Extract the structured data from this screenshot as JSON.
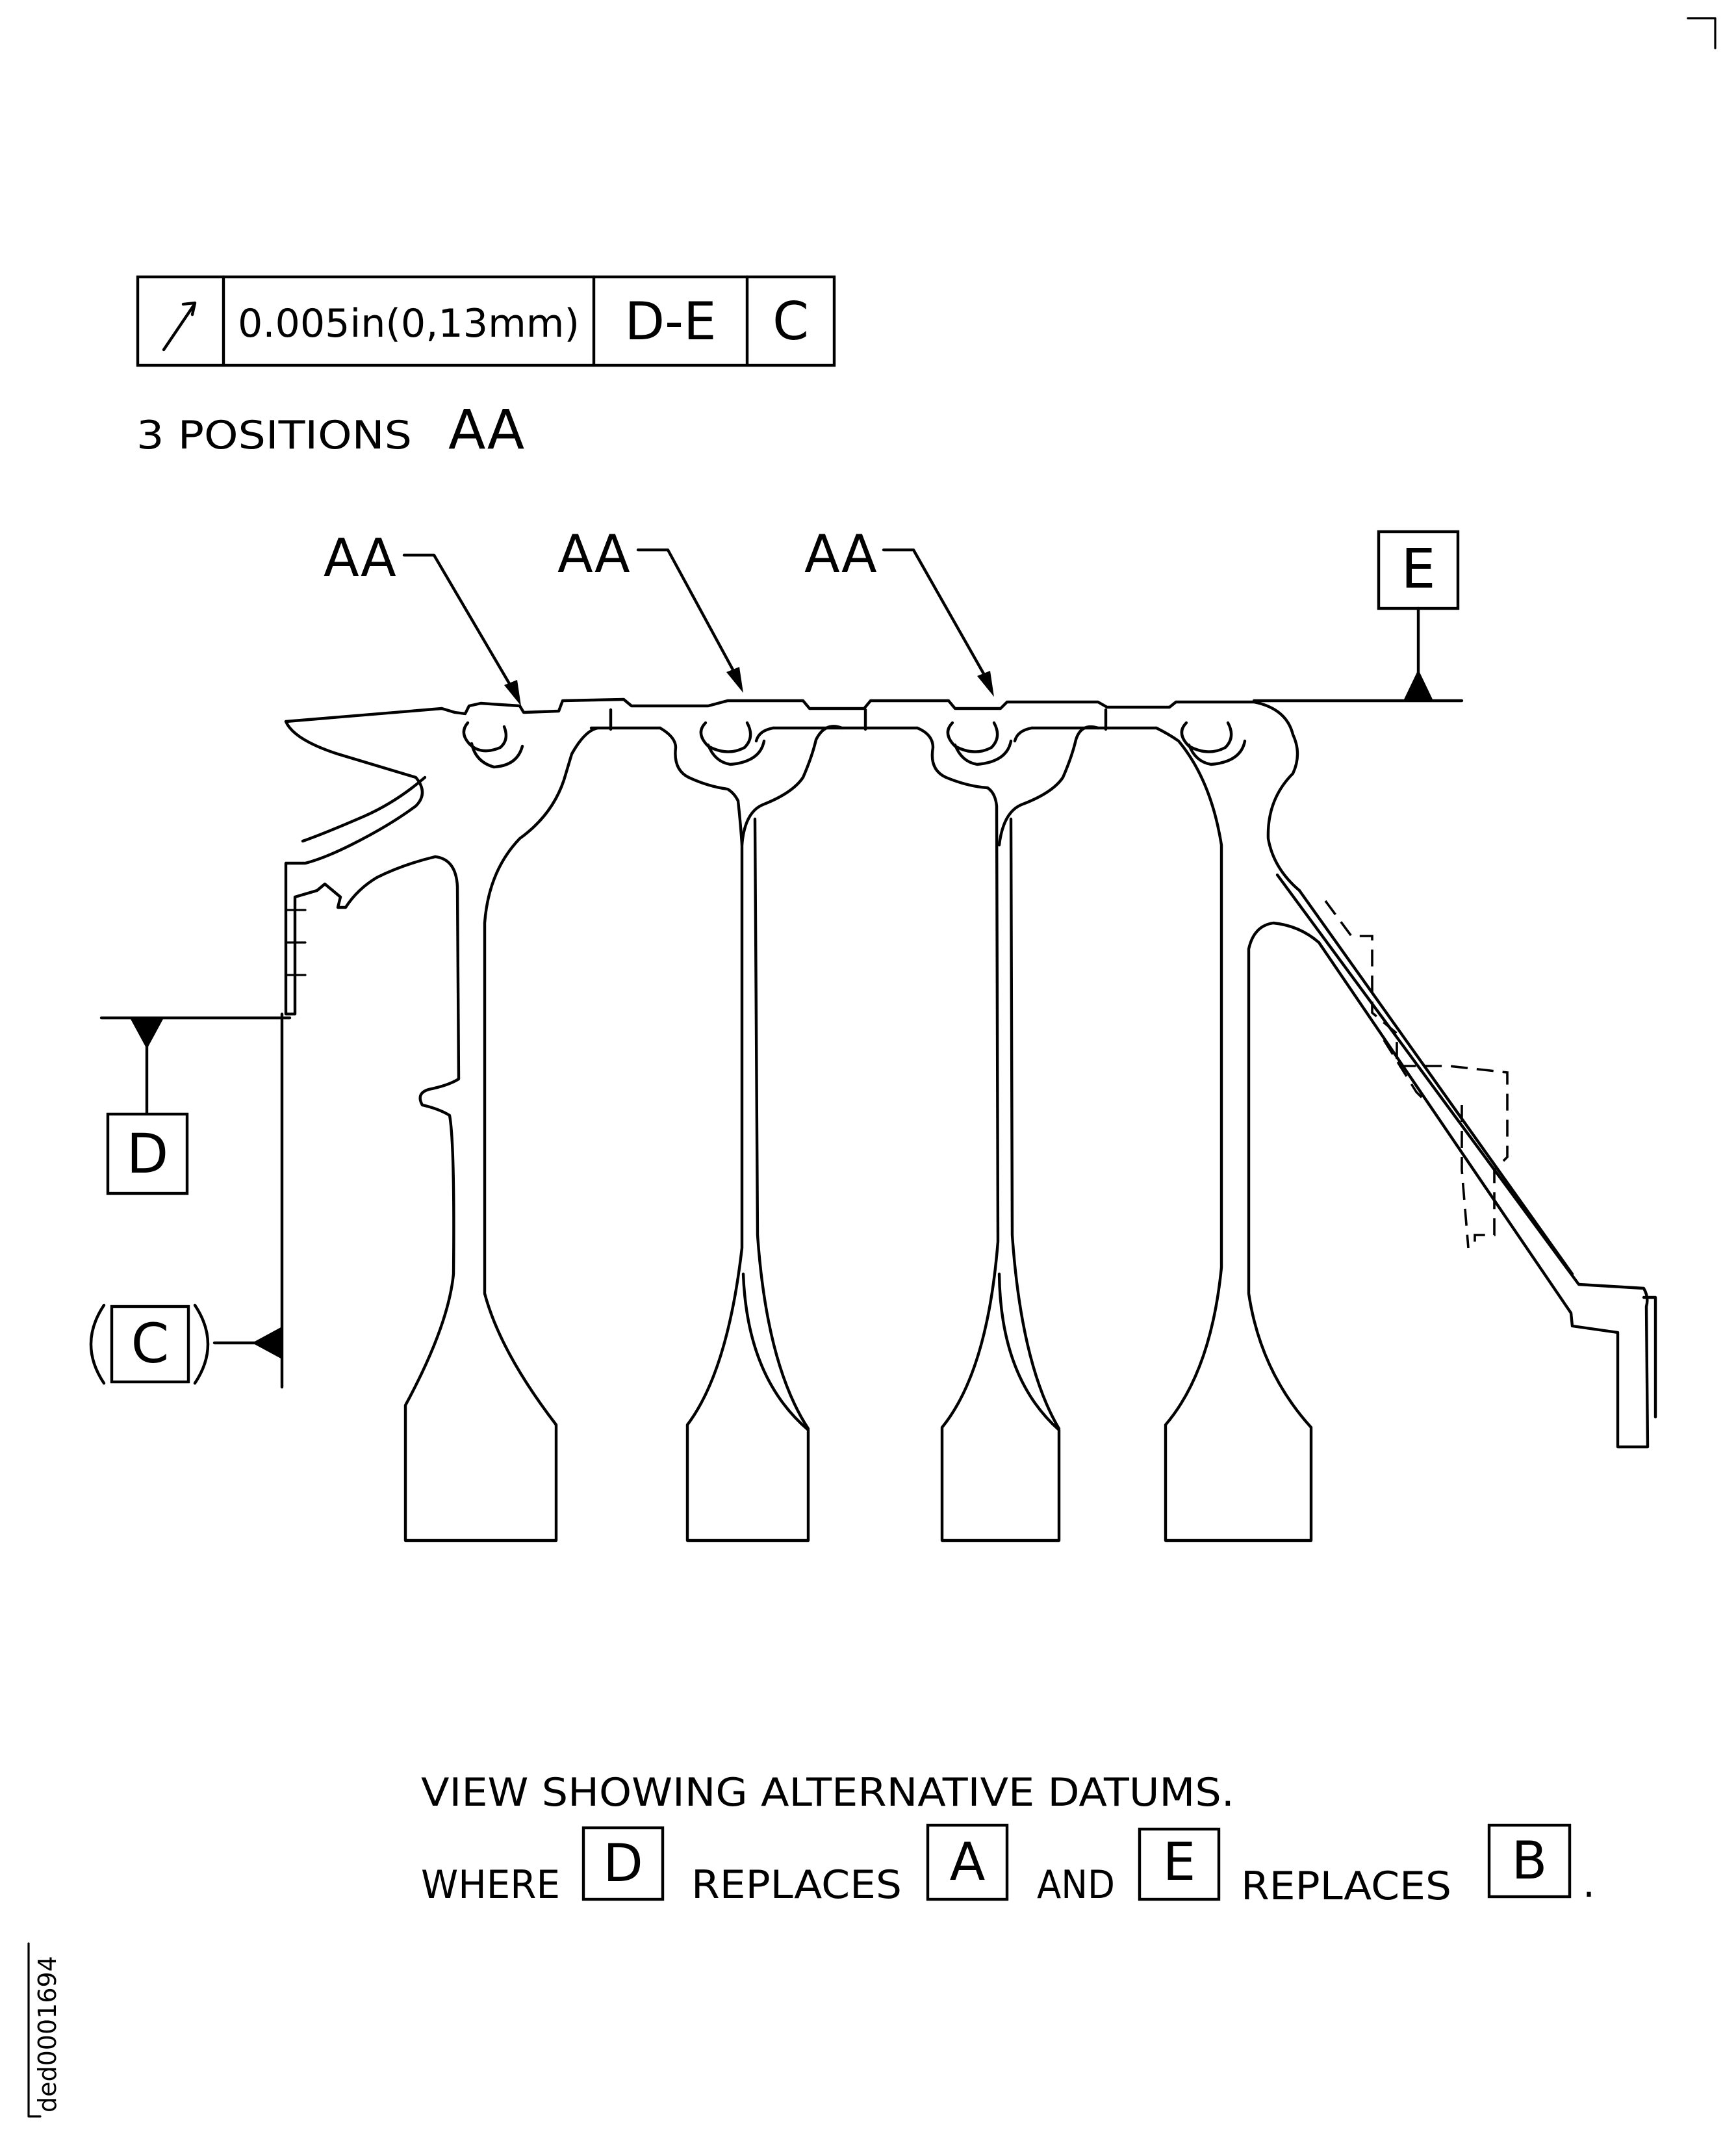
{
  "feature_control_frame": {
    "symbol": "circular-runout-icon",
    "tolerance": "0.005in(0,13mm)",
    "datum_ref_1": "D-E",
    "datum_ref_2": "C"
  },
  "positions_note": "3 POSITIONS",
  "positions_id": "AA",
  "callouts": [
    "AA",
    "AA",
    "AA"
  ],
  "datums": {
    "e": "E",
    "d": "D",
    "c": "C"
  },
  "footer": {
    "line1": "VIEW SHOWING ALTERNATIVE DATUMS.",
    "where": "WHERE",
    "replaces_1": "REPLACES",
    "and": "AND",
    "replaces_2": "REPLACES",
    "period": ".",
    "box_d": "D",
    "box_a": "A",
    "box_e": "E",
    "box_b": "B"
  },
  "figure_id": "ded0001694"
}
